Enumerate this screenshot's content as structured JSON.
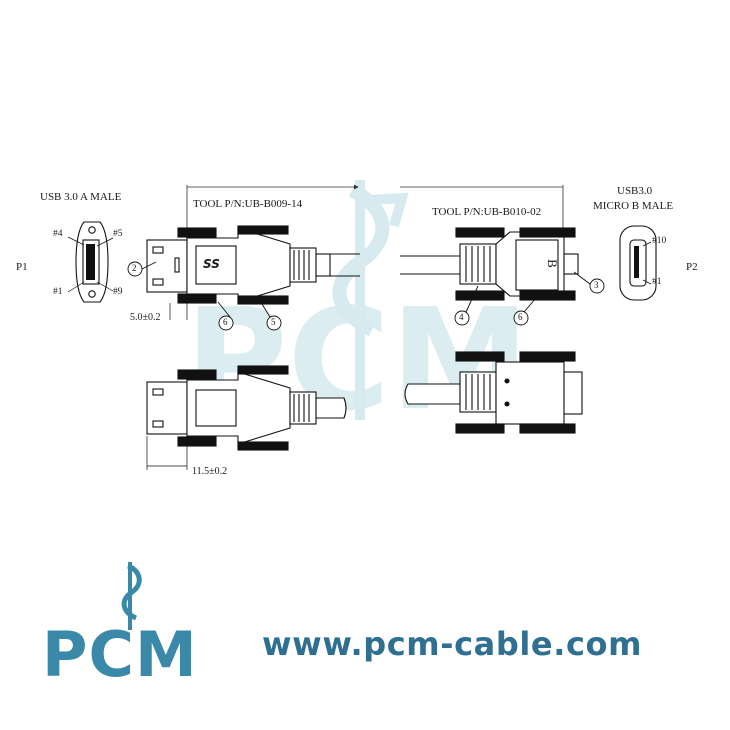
{
  "titles": {
    "a_male": "USB 3.0 A MALE",
    "micro_b_line1": "USB3.0",
    "micro_b_line2": "MICRO B MALE",
    "tool_a": "TOOL P/N:UB-B009-14",
    "tool_b": "TOOL P/N:UB-B010-02"
  },
  "ports": {
    "p1": "P1",
    "p2": "P2"
  },
  "pins": {
    "a_top_left": "#4",
    "a_top_right": "#5",
    "a_bottom_left": "#1",
    "a_bottom_right": "#9",
    "b_top": "#10",
    "b_bottom": "#1"
  },
  "callouts": [
    "2",
    "3",
    "4",
    "5",
    "6",
    "6"
  ],
  "dimensions": {
    "offset": "5.0±0.2",
    "length": "11.5±0.2"
  },
  "connector_marks": {
    "ss_logo": "SS",
    "b_letter": "B"
  },
  "watermark": {
    "text": "PCM",
    "color": "#cfe6ec"
  },
  "brand": {
    "logo_text": "PCM",
    "url": "www.pcm-cable.com",
    "color": "#2f6f92",
    "logo_color": "#3a89a8"
  }
}
